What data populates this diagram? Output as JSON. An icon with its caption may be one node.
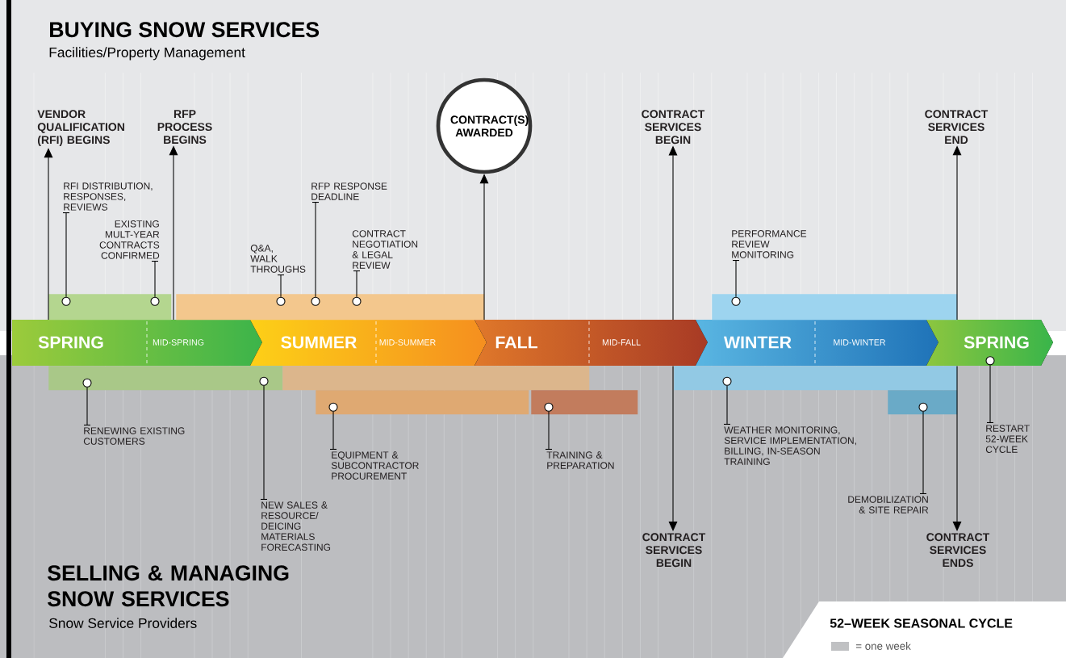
{
  "diagram": {
    "title": "BUYING SNOW SERVICES",
    "nodes": [
      {
        "text": [
          "SPRING",
          "MID-SPRING"
        ]
      },
      {
        "text": [
          "SUMMER",
          "MID-SUMMER"
        ]
      },
      {
        "text": [
          "FALL",
          "MID-FALL"
        ]
      },
      {
        "text": [
          "WINTER",
          "MID-WINTER"
        ]
      },
      {
        "text": [
          "SPRING"
        ]
      },
      {
        "text": [
          "VENDOR QUALIFICATION (RFI) BEGINS"
        ]
      },
      {
        "text": [
          "RFP PROCESS BEGINS"
        ]
      },
      {
        "text": [
          "CONTRACT(S) AWARDED"
        ]
      },
      {
        "text": [
          "CONTRACT SERVICES BEGIN"
        ]
      },
      {
        "text": [
          "CONTRACT SERVICES END"
        ]
      },
      {
        "text": [
          "RFI DISTRIBUTION, RESPONSES, REVIEWS"
        ]
      },
      {
        "text": [
          "EXISTING MULT-YEAR CONTRACTS CONFIRMED"
        ]
      },
      {
        "text": [
          "Q&A, WALK THROUGHS"
        ]
      },
      {
        "text": [
          "RFP RESPONSE DEADLINE"
        ]
      },
      {
        "text": [
          "CONTRACT NEGOTIATION & LEGAL REVIEW"
        ]
      },
      {
        "text": [
          "PERFORMANCE REVIEW MONITORING"
        ]
      },
      {
        "text": [],
        "shape": "bar"
      },
      {
        "text": [],
        "shape": "bar"
      },
      {
        "text": [],
        "shape": "bar"
      },
      {
        "text": [],
        "shape": "bar"
      },
      {
        "text": [],
        "shape": "bar"
      },
      {
        "text": [],
        "shape": "bar"
      },
      {
        "text": [],
        "shape": "bar"
      },
      {
        "text": [],
        "shape": "bar"
      },
      {
        "text": [],
        "shape": "bar"
      },
      {
        "text": [
          "RENEWING EXISTING CUSTOMERS"
        ]
      },
      {
        "text": [
          "NEW SALES & RESOURCE/ DEICING MATERIALS FORECASTING"
        ]
      },
      {
        "text": [
          "EQUIPMENT & SUBCONTRACTOR PROCUREMENT"
        ]
      },
      {
        "text": [
          "TRAINING & PREPARATION"
        ]
      },
      {
        "text": [
          "CONTRACT SERVICES BEGIN"
        ]
      },
      {
        "text": [
          "WEATHER MONITORING, SERVICE IMPLEMENTATION, BILLING, IN-SEASON TRAINING"
        ]
      },
      {
        "text": [
          "DEMOBILIZATION & SITE REPAIR"
        ]
      },
      {
        "text": [
          "CONTRACT SERVICES ENDS"
        ]
      },
      {
        "text": [
          "RESTART 52-WEEK CYCLE"
        ]
      },
      {
        "text": [],
        "shape": "circle",
        "in": 16
      },
      {
        "text": [],
        "shape": "circle",
        "in": 16
      },
      {
        "text": [],
        "shape": "circle",
        "in": 17
      },
      {
        "text": [],
        "shape": "circle",
        "in": 17
      },
      {
        "text": [],
        "shape": "circle",
        "in": 17
      },
      {
        "text": [],
        "shape": "circle",
        "in": 18
      },
      {
        "text": [],
        "shape": "circle",
        "in": 19
      },
      {
        "text": [],
        "shape": "circle",
        "in": 19
      },
      {
        "text": [],
        "shape": "circle",
        "in": 22
      },
      {
        "text": [],
        "shape": "circle",
        "in": 23
      },
      {
        "text": [],
        "shape": "circle",
        "in": 21
      },
      {
        "text": [],
        "shape": "circle",
        "in": 24
      },
      {
        "text": [],
        "shape": "circle",
        "in": 4
      }
    ],
    "edges": [
      {
        "from": 0,
        "to": 5,
        "arrow": "to"
      },
      {
        "from": 0,
        "to": 6,
        "arrow": "to"
      },
      {
        "from": 1,
        "to": 7,
        "arrow": "to"
      },
      {
        "from": 2,
        "to": 8,
        "arrow": "to"
      },
      {
        "from": 2,
        "to": 29,
        "arrow": "to"
      },
      {
        "from": 4,
        "to": 9,
        "arrow": "to"
      },
      {
        "from": 4,
        "to": 32,
        "arrow": "to"
      },
      {
        "from": 10,
        "to": 34,
        "arrow": "none"
      },
      {
        "from": 11,
        "to": 35,
        "arrow": "none"
      },
      {
        "from": 12,
        "to": 36,
        "arrow": "none"
      },
      {
        "from": 13,
        "to": 37,
        "arrow": "none"
      },
      {
        "from": 14,
        "to": 38,
        "arrow": "none"
      },
      {
        "from": 15,
        "to": 39,
        "arrow": "none"
      },
      {
        "from": 25,
        "to": 40,
        "arrow": "none"
      },
      {
        "from": 26,
        "to": 41,
        "arrow": "none"
      },
      {
        "from": 27,
        "to": 42,
        "arrow": "none"
      },
      {
        "from": 28,
        "to": 43,
        "arrow": "none"
      },
      {
        "from": 30,
        "to": 44,
        "arrow": "none"
      },
      {
        "from": 31,
        "to": 45,
        "arrow": "none"
      },
      {
        "from": 33,
        "to": 46,
        "arrow": "none"
      }
    ],
    "labels": [
      "Facilities/Property Management",
      "SELLING & MANAGING SNOW SERVICES",
      "Snow Service Providers",
      "52–WEEK SEASONAL CYCLE"
    ],
    "legend": [
      {
        "text": "= one week",
        "color": "#c0c1c3"
      }
    ]
  }
}
